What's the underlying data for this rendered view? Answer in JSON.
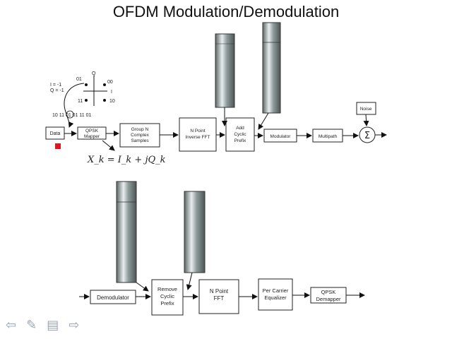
{
  "title": "OFDM Modulation/Demodulation",
  "constellation": {
    "axis_q": "Q",
    "axis_i": "I",
    "legend_line1": "I = -1",
    "legend_line2": "Q = -1",
    "points": [
      "01",
      "00",
      "11",
      "10"
    ],
    "bitstream": "10 11 01 01 11 01"
  },
  "tx_blocks": {
    "data": "Data",
    "qpsk_mapper": [
      "QPSK",
      "Mapper"
    ],
    "group": [
      "Group N",
      "Complex",
      "Samples"
    ],
    "ifft": [
      "N Point",
      "Inverse FFT"
    ],
    "cyclic": [
      "Add",
      "Cyclic",
      "Prefix"
    ],
    "modulator": "Modulator",
    "multipath": "Multipath",
    "noise": "Noise",
    "sum": "Σ"
  },
  "formula": "X_k = I_k + jQ_k",
  "rx_blocks": {
    "demodulator": "Demodulator",
    "remove_cyclic": [
      "Remove",
      "Cyclic",
      "Prefix"
    ],
    "fft": [
      "N Point",
      "FFT"
    ],
    "equalizer": [
      "Per Carrier",
      "Equalizer"
    ],
    "qpsk_demapper": [
      "QPSK",
      "Demapper"
    ]
  },
  "nav": {
    "back": "⇦",
    "edit": "✎",
    "menu": "▤",
    "forward": "⇨"
  }
}
